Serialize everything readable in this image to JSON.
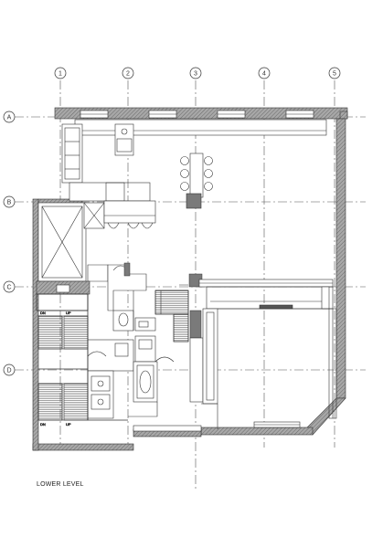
{
  "drawing": {
    "caption": "LOWER LEVEL"
  },
  "grid": {
    "columns": [
      "1",
      "2",
      "3",
      "4",
      "5"
    ],
    "rows": [
      "A",
      "B",
      "C",
      "D"
    ]
  },
  "stairs": {
    "upper_left_labels": [
      "DN",
      "UP"
    ],
    "lower_left_labels": [
      "DN",
      "UP"
    ]
  },
  "colors": {
    "wall": "#6b6b6b",
    "wall_fill": "#9a9a9a",
    "line": "#333333",
    "gridline": "#555555"
  }
}
